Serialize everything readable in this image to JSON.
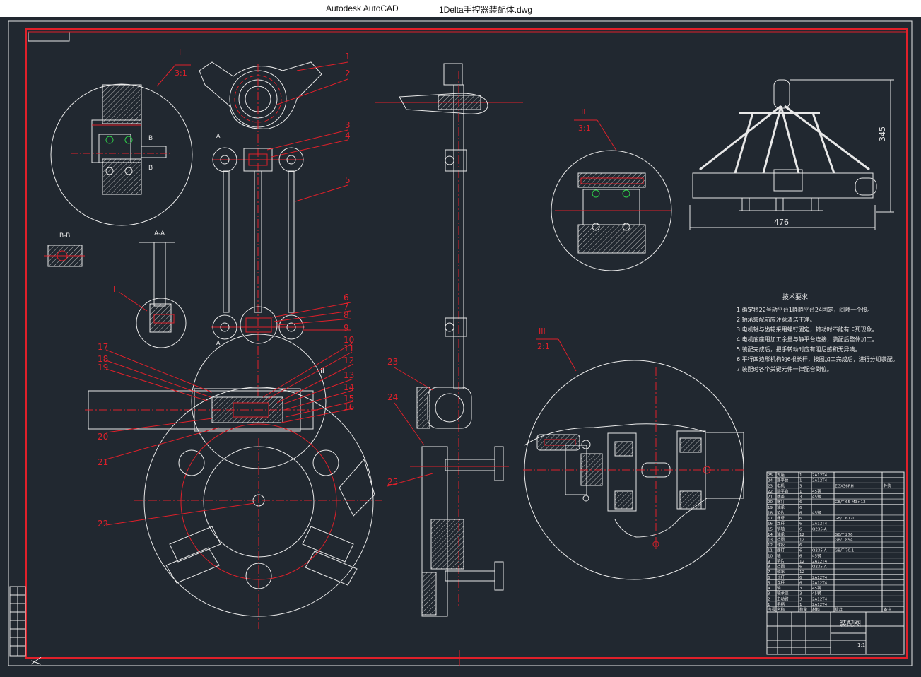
{
  "window": {
    "app_name": "Autodesk AutoCAD",
    "file_name": "1Delta手控器装配体.dwg"
  },
  "colors": {
    "background": "#212830",
    "border_red": "#e0202a",
    "line_white": "#e8e8e8",
    "center_green": "#2fd04a",
    "hatch": "#bfbfbf"
  },
  "views": {
    "detail_I_label": "I",
    "detail_I_scale": "3:1",
    "section_BB": "B-B",
    "section_AA": "A-A",
    "detail_II_label": "II",
    "detail_II_scale": "3:1",
    "detail_III_label": "III",
    "detail_III_scale": "2:1",
    "section_mark_A": "A",
    "section_mark_B": "B"
  },
  "dimensions": {
    "width": "476",
    "height": "345"
  },
  "balloons_front": [
    "1",
    "2",
    "3",
    "4",
    "5",
    "6",
    "7",
    "8",
    "9",
    "10",
    "11",
    "12",
    "13",
    "14",
    "15",
    "16"
  ],
  "balloons_left": [
    "17",
    "18",
    "19",
    "20",
    "21",
    "22"
  ],
  "balloons_side": [
    "23",
    "24",
    "25"
  ],
  "tech_requirements": {
    "title": "技术要求",
    "items": [
      "1.确定将22号动平台1静静平台24固定，间隙一个接。",
      "2.轴承装配前应注意清洁干净。",
      "3.电机轴与齿轮采用螺钉固定，转动时不能有卡死现象。",
      "4.电机底座用加工余量与静平台连接，装配后整体加工。",
      "5.装配完成后，把手转动时应有阻尼感和无异响。",
      "6.平行四边形机构的6根长杆，按图加工完成后，进行分组装配。",
      "7.装配时各个关键元件一律配合到位。"
    ]
  },
  "title_block": {
    "drawing_title": "装配图",
    "scale": "1:1"
  },
  "bom_rows": [
    [
      "25",
      "支座",
      "1",
      "2A12T4",
      "",
      ""
    ],
    [
      "24",
      "静平台",
      "1",
      "2A12T4",
      "",
      ""
    ],
    [
      "23",
      "电机",
      "3",
      "",
      "ZGX36RH",
      "外购"
    ],
    [
      "22",
      "动平台",
      "1",
      "45钢",
      "",
      ""
    ],
    [
      "21",
      "端盖",
      "3",
      "45钢",
      "",
      ""
    ],
    [
      "20",
      "螺钉",
      "6",
      "",
      "GB/T 65 M3×12",
      ""
    ],
    [
      "19",
      "轴承",
      "6",
      "",
      "",
      ""
    ],
    [
      "18",
      "垫片",
      "6",
      "45钢",
      "",
      ""
    ],
    [
      "17",
      "螺母",
      "6",
      "",
      "GB/T 6170",
      ""
    ],
    [
      "16",
      "连杆",
      "6",
      "2A12T4",
      "",
      ""
    ],
    [
      "15",
      "销轴",
      "6",
      "Q235-A",
      "",
      ""
    ],
    [
      "14",
      "轴承",
      "12",
      "",
      "GB/T 276",
      ""
    ],
    [
      "13",
      "挡圈",
      "12",
      "",
      "GB/T 894",
      ""
    ],
    [
      "12",
      "球铰",
      "6",
      "",
      "",
      ""
    ],
    [
      "11",
      "螺钉",
      "6",
      "Q235-A",
      "GB/T 70.1",
      ""
    ],
    [
      "10",
      "轴",
      "6",
      "45钢",
      "",
      ""
    ],
    [
      "9",
      "垫片",
      "12",
      "2A12T4",
      "",
      ""
    ],
    [
      "8",
      "挡圈",
      "6",
      "Q235-A",
      "",
      ""
    ],
    [
      "7",
      "轴承",
      "12",
      "",
      "",
      ""
    ],
    [
      "6",
      "长杆",
      "6",
      "2A12T4",
      "",
      ""
    ],
    [
      "5",
      "连杆",
      "6",
      "2A12T4",
      "",
      ""
    ],
    [
      "4",
      "轴",
      "3",
      "45钢",
      "",
      ""
    ],
    [
      "3",
      "轴承座",
      "3",
      "45钢",
      "",
      ""
    ],
    [
      "2",
      "主动臂",
      "3",
      "2A12T4",
      "",
      ""
    ],
    [
      "1",
      "手柄",
      "1",
      "2A12T4",
      "",
      ""
    ]
  ],
  "bom_header": [
    "序号",
    "名称",
    "数量",
    "材料",
    "标准",
    "备注"
  ],
  "left_strip_labels": [
    "",
    "",
    "",
    "",
    "",
    "",
    ""
  ]
}
